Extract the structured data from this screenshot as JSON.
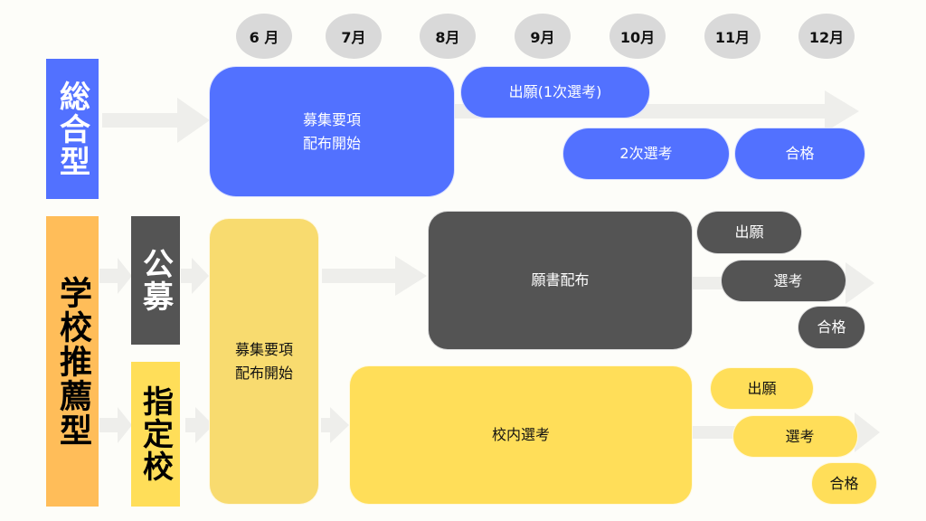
{
  "months": [
    "6 月",
    "7月",
    "8月",
    "9月",
    "10月",
    "11月",
    "12月"
  ],
  "sougou": {
    "label": "総合型",
    "main_box": "募集要項\n配布開始",
    "apply": "出願(1次選考)",
    "second": "2次選考",
    "pass": "合格"
  },
  "suisen": {
    "label": "学校推薦型",
    "main_box": "募集要項\n配布開始",
    "koubo": {
      "label": "公募",
      "box": "願書配布",
      "apply": "出願",
      "select": "選考",
      "pass": "合格"
    },
    "shitei": {
      "label": "指定校",
      "box": "校内選考",
      "apply": "出願",
      "select": "選考",
      "pass": "合格"
    }
  },
  "colors": {
    "blue": "#5271ff",
    "orange": "#ffbd59",
    "dark": "#545454",
    "yellow": "#ffde59",
    "arrow": "#eeeeeb",
    "month": "#d9d9d9"
  }
}
